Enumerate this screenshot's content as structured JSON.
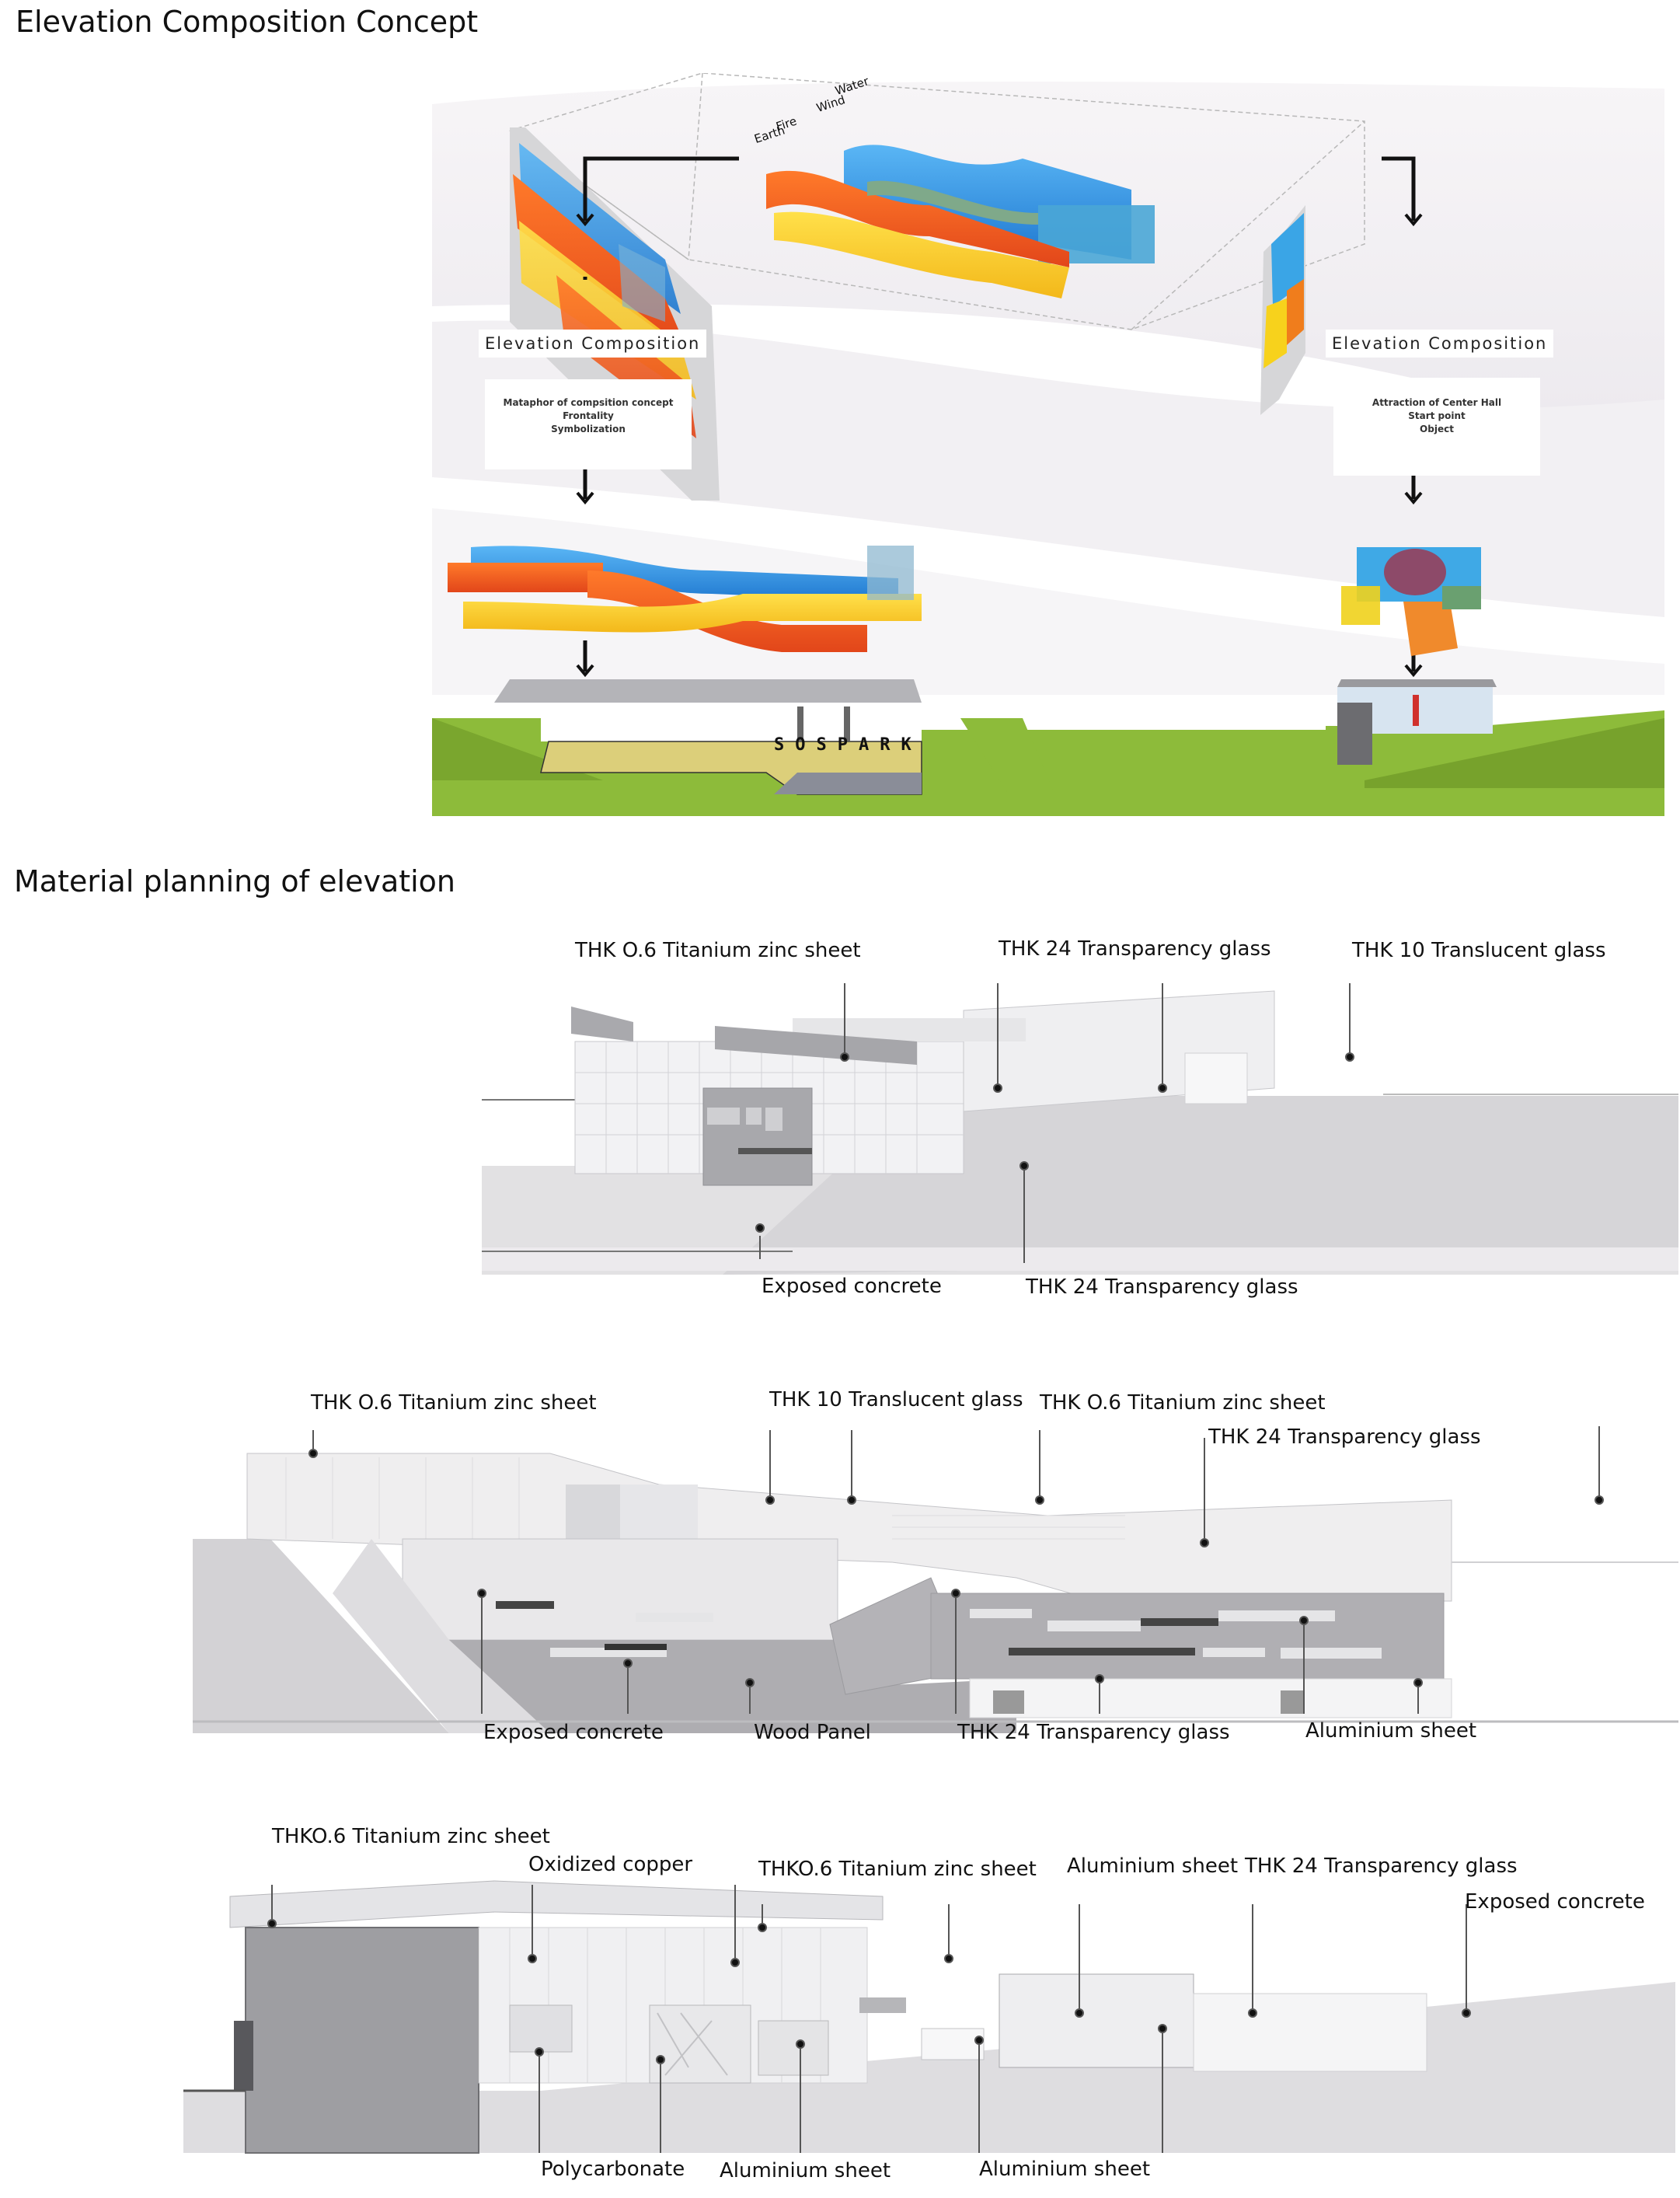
{
  "titles": {
    "concept": "Elevation Composition Concept",
    "material": "Material planning of elevation"
  },
  "concept": {
    "element_labels": [
      "Water",
      "Wind",
      "Fire",
      "Earth"
    ],
    "left": {
      "caption": "Elevation Composition",
      "lines": [
        "Mataphor of compsition concept",
        "Frontality",
        "Symbolization"
      ],
      "sign_text": "SOSPARK"
    },
    "right": {
      "caption": "Elevation Composition",
      "lines": [
        "Attraction of Center Hall",
        "Start point",
        "Object"
      ]
    },
    "colors": {
      "water": "#2f8fe0",
      "fire": "#f0561c",
      "earth": "#f7c81e",
      "wind": "#7fa98a",
      "grass": "#8dbb3a",
      "sign": "#dccf7a"
    }
  },
  "elevations": [
    {
      "top_labels": [
        "THK O.6 Titanium zinc sheet",
        "THK 24 Transparency glass",
        "THK 10 Translucent glass"
      ],
      "bottom_labels": [
        "Exposed concrete",
        "THK 24 Transparency glass"
      ]
    },
    {
      "top_labels": [
        "THK O.6 Titanium zinc sheet",
        "THK 10 Translucent glass",
        "THK O.6 Titanium zinc sheet",
        "THK 24 Transparency glass"
      ],
      "bottom_labels": [
        "Exposed concrete",
        "Wood Panel",
        "THK 24 Transparency glass",
        "Aluminium sheet"
      ]
    },
    {
      "top_labels": [
        "THKO.6 Titanium zinc sheet",
        "Oxidized copper",
        "THKO.6 Titanium zinc sheet",
        "Aluminium sheet",
        "THK 24 Transparency glass",
        "Exposed concrete"
      ],
      "bottom_labels": [
        "Polycarbonate",
        "Aluminium sheet",
        "Aluminium sheet"
      ]
    }
  ]
}
